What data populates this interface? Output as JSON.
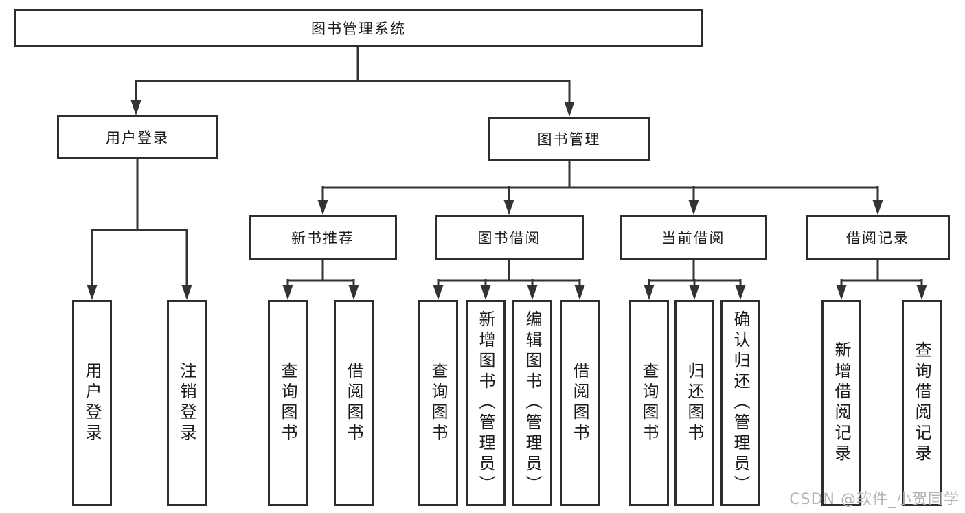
{
  "diagram": {
    "root_label": "图书管理系统",
    "branches": [
      {
        "label": "用户登录",
        "children": [
          "用户登录",
          "注销登录"
        ]
      },
      {
        "label": "图书管理",
        "sections": [
          {
            "label": "新书推荐",
            "children": [
              "查询图书",
              "借阅图书"
            ]
          },
          {
            "label": "图书借阅",
            "children": [
              "查询图书",
              "新增图书（管理员）",
              "编辑图书（管理员）",
              "借阅图书"
            ]
          },
          {
            "label": "当前借阅",
            "children": [
              "查询图书",
              "归还图书",
              "确认归还（管理员）"
            ]
          },
          {
            "label": "借阅记录",
            "children": [
              "新增借阅记录",
              "查询借阅记录"
            ]
          }
        ]
      }
    ]
  },
  "watermark": "CSDN @软件_小贺同学",
  "colors": {
    "line": "#333333",
    "border": "#2e2e2e",
    "box_fill": "#ffffff",
    "text": "#1b1b1b",
    "watermark": "#b3b3b3"
  }
}
